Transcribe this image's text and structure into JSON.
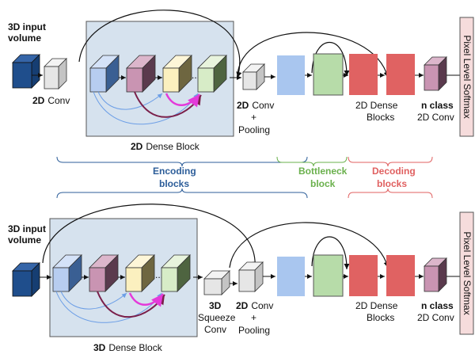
{
  "top_panel": {
    "input_title": "3D input",
    "input_title_2": "volume",
    "conv_bold": "2D",
    "conv_text": "Conv",
    "dense_block_bold": "2D",
    "dense_block_text": "Dense Block",
    "conv_pool_bold": "2D",
    "conv_pool_text": "Conv",
    "conv_pool_plus": "+",
    "conv_pool_pooling": "Pooling",
    "dense_blocks_line1": "2D Dense",
    "dense_blocks_line2": "Blocks",
    "nclass_bold": "n class",
    "nclass_text": "2D Conv",
    "softmax": "Pixel Level Softmax"
  },
  "legend": {
    "encoding_line1": "Encoding",
    "encoding_line2": "blocks",
    "bottleneck_line1": "Bottleneck",
    "bottleneck_line2": "block",
    "decoding_line1": "Decoding",
    "decoding_line2": "blocks"
  },
  "bottom_panel": {
    "input_title": "3D input",
    "input_title_2": "volume",
    "squeeze_bold": "3D",
    "squeeze_line1": "Squeeze",
    "squeeze_line2": "Conv",
    "conv_pool_bold": "2D",
    "conv_pool_text": "Conv",
    "conv_pool_plus": "+",
    "conv_pool_pooling": "Pooling",
    "dense_blocks_line1": "2D Dense",
    "dense_blocks_line2": "Blocks",
    "nclass_bold": "n class",
    "nclass_text": "2D Conv",
    "dense_block_bold": "3D",
    "dense_block_text": "Dense Block",
    "softmax": "Pixel Level Softmax"
  },
  "colors": {
    "input_cube": "#1f4e8c",
    "gray_cube": "#e6e6e6",
    "blue_cube": "#b7cdf0",
    "pink_cube": "#c994b2",
    "yellow_cube": "#fbf0bf",
    "green_cube": "#d7ecc7",
    "dense_panel": "#d6e2ee",
    "red_block": "#e06262",
    "light_blue_block": "#a9c6ef",
    "green_block": "#b7dca9",
    "softmax_box": "#f6dcdc",
    "magenta_arrow": "#e43ad9",
    "maroon_arrow": "#7a1f4a",
    "blue_arrow": "#6c9ee6"
  }
}
